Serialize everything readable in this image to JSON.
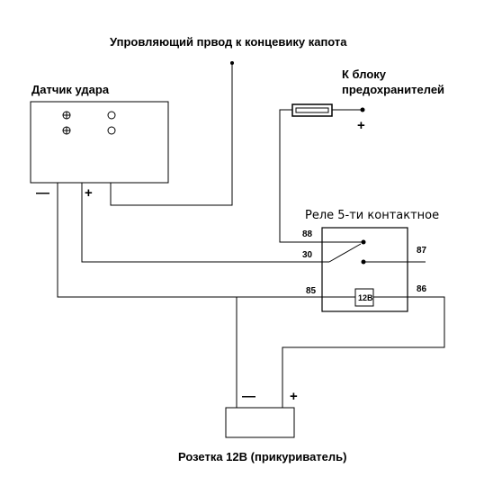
{
  "labels": {
    "hood_wire": "Упровляющий првод к концевику капота",
    "sensor_title": "Датчик удара",
    "fuse_block_line1": "К блоку",
    "fuse_block_line2": "предохранителей",
    "relay_title": "Реле 5-ти контактное",
    "socket_title": "Розетка 12В (прикуриватель)"
  },
  "sensor": {
    "minus": "—",
    "plus": "+"
  },
  "fuse": {
    "plus": "+"
  },
  "relay": {
    "pin_88": "88",
    "pin_30": "30",
    "pin_85": "85",
    "pin_87": "87",
    "pin_86": "86",
    "coil_label": "12В"
  },
  "socket": {
    "minus": "—",
    "plus": "+"
  }
}
